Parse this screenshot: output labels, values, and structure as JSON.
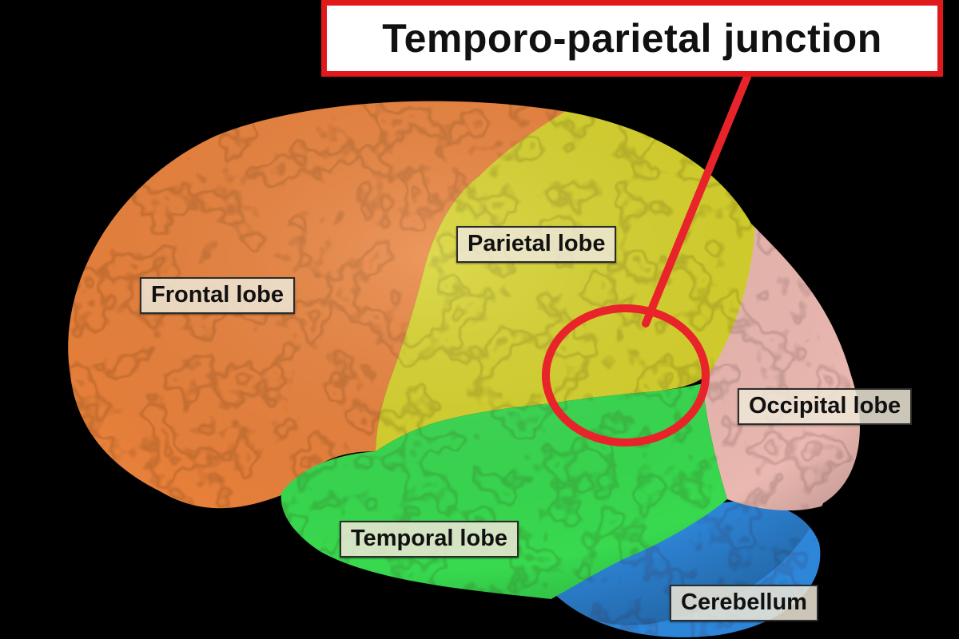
{
  "title": {
    "text": "Temporo-parietal junction",
    "border_color": "#e0191b"
  },
  "regions": [
    {
      "id": "frontal",
      "label": "Frontal lobe",
      "color": "#e9813a"
    },
    {
      "id": "parietal",
      "label": "Parietal lobe",
      "color": "#d6d22a"
    },
    {
      "id": "temporal",
      "label": "Temporal lobe",
      "color": "#37d94f"
    },
    {
      "id": "occipital",
      "label": "Occipital lobe",
      "color": "#eab8b0"
    },
    {
      "id": "cerebellum",
      "label": "Cerebellum",
      "color": "#2f86d9"
    }
  ],
  "highlight": {
    "target": "Temporo-parietal junction",
    "stroke_color": "#e8242a"
  }
}
